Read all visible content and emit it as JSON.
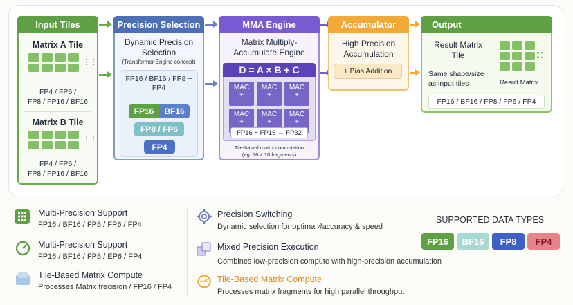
{
  "stages": {
    "input": {
      "title": "Input Tiles",
      "a_title": "Matrix A Tile",
      "a_types_1": "FP4 / FP6 /",
      "a_types_2": "FP8 / FP16 / BF16",
      "b_title": "Matrix B Tile",
      "b_types_1": "FP4 / FP6 /",
      "b_types_2": "FP8 / FP16 / BF16",
      "ellipsis": "⋮⋮"
    },
    "precision": {
      "title": "Precision Selection",
      "subtitle_1": "Dynamic Precision",
      "subtitle_2": "Selection",
      "concept": "(Transformer Engine concept)",
      "formats_1": "FP16 / BF16 / FP8 +",
      "formats_2": "FP4",
      "pill_fp16": "FP16",
      "pill_bf16": "BF16",
      "pill_fp8fp6": "FP8 / FP6",
      "pill_fp4": "FP4"
    },
    "mma": {
      "title": "MMA Engine",
      "subtitle_1": "Matrix Multiply-",
      "subtitle_2": "Accumulate Engine",
      "formula": "D = A × B + C",
      "mac_label": "MAC",
      "mac_plus": "+",
      "compute": "FP16 × FP16 → FP32",
      "note_1": "Tile-based matrix computation",
      "note_2": "(eg. 16 × 16 fragments)"
    },
    "accumulator": {
      "title": "Accumulator",
      "subtitle_1": "High Precision",
      "subtitle_2": "Accumulation",
      "bias": "+ Bias Addition"
    },
    "output": {
      "title": "Output",
      "result_1": "Result Matrix",
      "result_2": "Tile",
      "same_1": "Same shape/size",
      "same_2": "as input tiles",
      "result_caption": "Result Matrix",
      "types": "FP16 / BF16 / FP8 / FP6 / FP4"
    }
  },
  "legend": {
    "left": [
      {
        "icon": "grid-icon",
        "title": "Multi-Precision Support",
        "sub": "FP16 / BF16 / FP8 / FP6 / FP4"
      },
      {
        "icon": "gauge-icon",
        "title": "Multi-Precision Support",
        "sub": "FP16 / BF16 / FP8 / EP6 / FP4"
      },
      {
        "icon": "tile-icon",
        "title": "Tile-Based Matrix Compute",
        "sub": "Processes Matrix frecision / FP16 / FP4"
      }
    ],
    "middle": [
      {
        "icon": "gear-icon",
        "title": "Precision Switching",
        "sub": "Dynamic selection for optimal ∕/accuracy & speed"
      },
      {
        "icon": "stack-icon",
        "title": "Mixed Precision Execution",
        "sub": "Combines low-precision compute with high-precision accumulation"
      },
      {
        "icon": "gauge-icon",
        "title": "Tile-Based Matrix Compute",
        "sub": "Processes matrix fragments for high parallel throughput"
      }
    ],
    "supported_title": "SUPPORTED DATA TYPES",
    "types": [
      {
        "label": "FP16",
        "color": "#5ea043"
      },
      {
        "label": "BF16",
        "color": "#a9d8d2"
      },
      {
        "label": "FP8",
        "color": "#3f5fc3"
      },
      {
        "label": "FP4",
        "color": "#e9838b"
      }
    ]
  },
  "colors": {
    "input": "#5ea043",
    "precision": "#4c6fb6",
    "mma": "#7a5ad1",
    "accumulator": "#f1a93a",
    "output": "#5ea043"
  }
}
